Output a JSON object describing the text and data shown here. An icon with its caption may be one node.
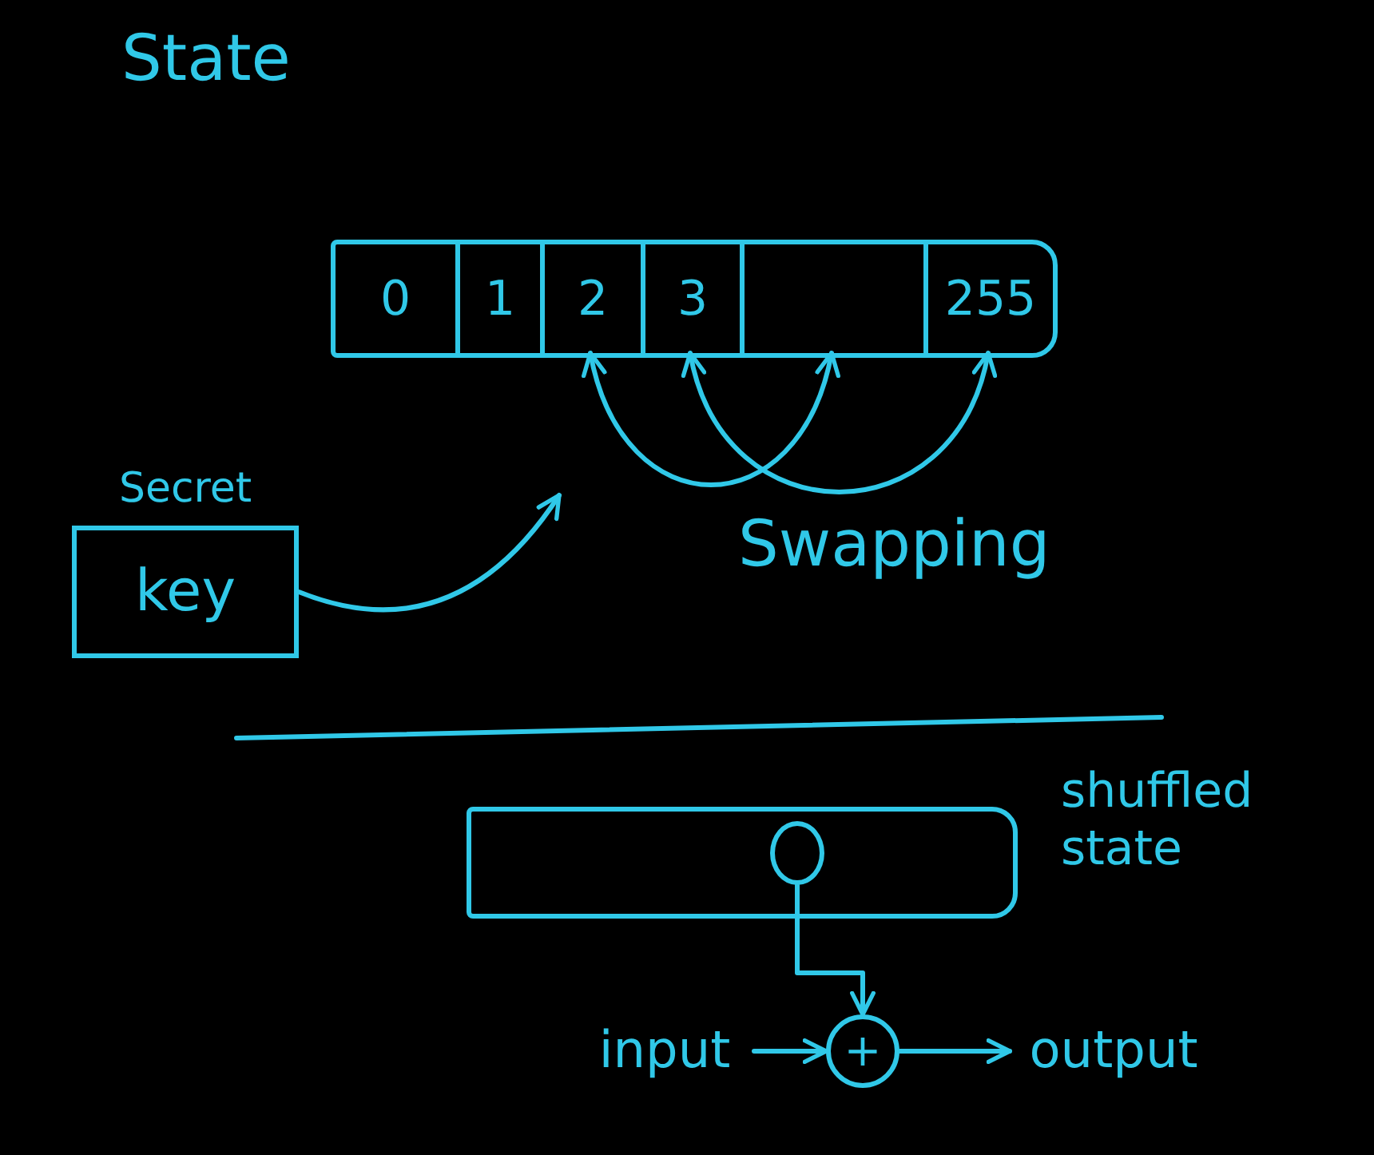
{
  "diagram": {
    "title": "State",
    "nodes": [
      {
        "text": [],
        "shape": "bar"
      },
      {
        "text": [
          "0"
        ],
        "in": 0
      },
      {
        "text": [
          "1"
        ],
        "in": 0
      },
      {
        "text": [
          "2"
        ],
        "in": 0
      },
      {
        "text": [
          "3"
        ],
        "in": 0
      },
      {
        "text": [],
        "shape": "box",
        "in": 0
      },
      {
        "text": [
          "255"
        ],
        "in": 0
      },
      {
        "text": [
          "Secret",
          "key"
        ]
      },
      {
        "text": [],
        "shape": "bar",
        "beside": [
          "shuffled state"
        ]
      },
      {
        "text": [],
        "shape": "circle",
        "in": 8
      },
      {
        "text": [
          "input"
        ]
      },
      {
        "text": [
          "+"
        ]
      },
      {
        "text": [
          "output"
        ]
      }
    ],
    "edges": [
      {
        "from": 7,
        "to": null,
        "arrow": "to"
      },
      {
        "from": 3,
        "to": 5,
        "arrow": "both"
      },
      {
        "from": 4,
        "to": 6,
        "arrow": "both"
      },
      {
        "from": 9,
        "to": 11,
        "arrow": "to"
      },
      {
        "from": 10,
        "to": 11,
        "arrow": "to"
      },
      {
        "from": 11,
        "to": 12,
        "arrow": "to"
      }
    ],
    "labels": [
      "Swapping"
    ]
  }
}
